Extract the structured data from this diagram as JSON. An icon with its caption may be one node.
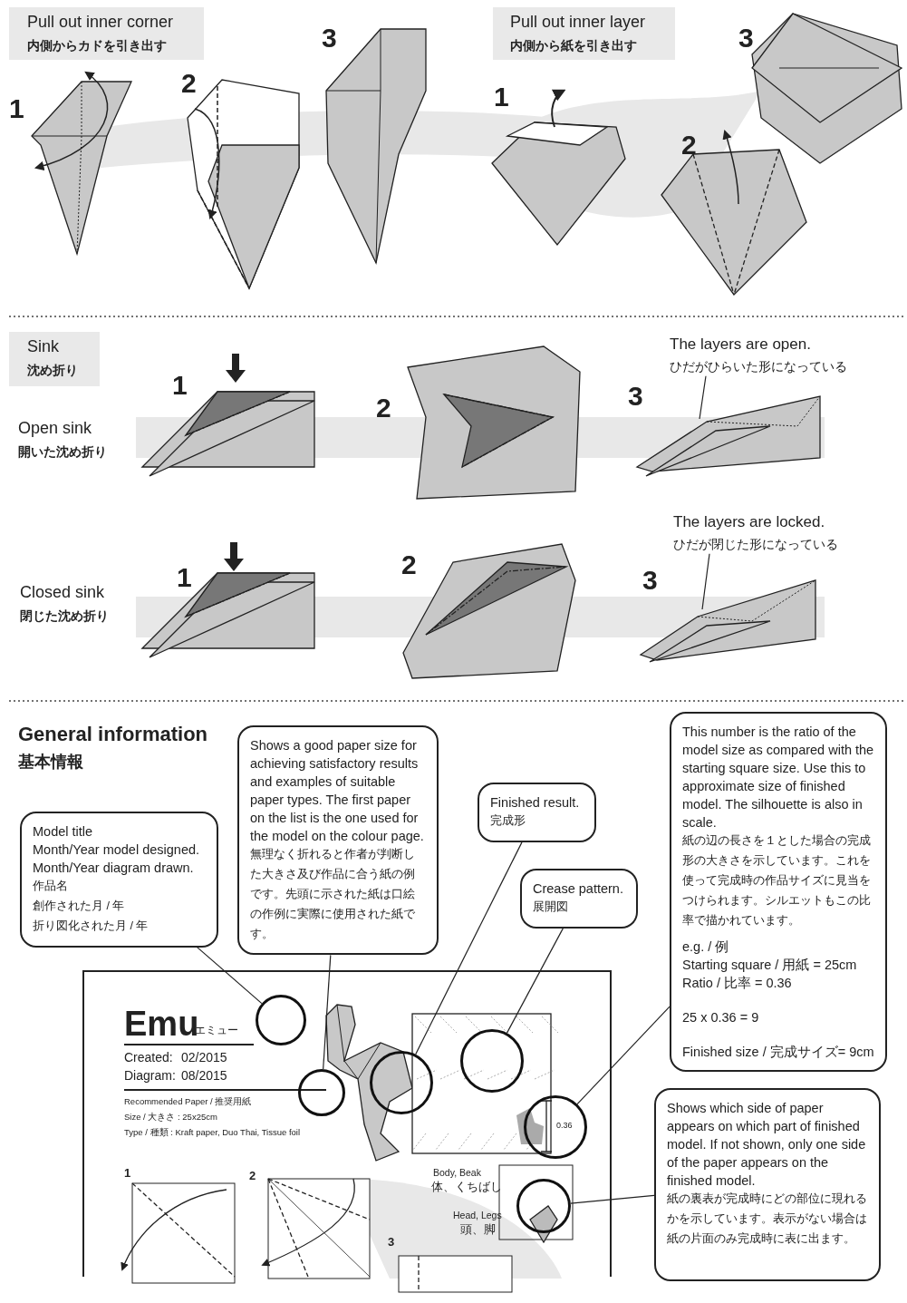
{
  "diagram": {
    "nodes": [
      {
        "text": [
          "Model title",
          "Month/Year model designed.",
          "Month/Year diagram drawn.",
          "作品名",
          "創作された月 / 年",
          "折り図化された月 / 年"
        ]
      },
      {
        "text": [],
        "shape": "circle"
      },
      {
        "text": [
          "Shows a good paper size for achieving satisfactory results and examples of suitable paper types. The first paper on the list is the one used for the model on the colour page.",
          "無理なく折れると作者が判断した大きさ及び作品に合う紙の例です。先頭に示された紙は口絵の作例に実際に使用された紙です。"
        ]
      },
      {
        "text": [],
        "shape": "circle"
      },
      {
        "text": [
          "Finished result.",
          "完成形"
        ]
      },
      {
        "text": [],
        "shape": "circle"
      },
      {
        "text": [
          "Crease pattern.",
          "展開図"
        ]
      },
      {
        "text": [],
        "shape": "circle"
      },
      {
        "text": [
          "This number is the ratio of the model size as compared with the starting square size. Use this to approximate size of finished model. The silhouette is also in scale.",
          "紙の辺の長さを１とした場合の完成形の大きさを示しています。これを使って完成時の作品サイズに見当をつけられます。シルエットもこの比率で描かれています。",
          "e.g. / 例",
          "Starting square / 用紙 = 25cm",
          "Ratio / 比率 = 0.36",
          "25 x 0.36 = 9",
          "Finished size / 完成サイズ= 9cm"
        ]
      },
      {
        "text": [],
        "shape": "circle"
      },
      {
        "text": [
          "Shows which side of paper appears on which part of finished model. If not shown, only one side of the paper appears on the finished model.",
          "紙の裏表が完成時にどの部位に現れるかを示しています。表示がない場合は紙の片面のみ完成時に表に出ます。"
        ]
      },
      {
        "text": [],
        "shape": "circle"
      },
      {
        "text": [
          "The layers are open.",
          "ひだがひらいた形になっている"
        ]
      },
      {
        "text": [
          "The layers are locked.",
          "ひだが閉じた形になっている"
        ]
      }
    ],
    "edges": [
      {
        "from": 0,
        "to": 1,
        "arrow": "none"
      },
      {
        "from": 2,
        "to": 3,
        "arrow": "none"
      },
      {
        "from": 4,
        "to": 5,
        "arrow": "none"
      },
      {
        "from": 6,
        "to": 7,
        "arrow": "none"
      },
      {
        "from": 8,
        "to": 9,
        "arrow": "none"
      },
      {
        "from": 10,
        "to": 11,
        "arrow": "none"
      },
      {
        "from": 12,
        "to": null,
        "arrow": "none"
      },
      {
        "from": 13,
        "to": null,
        "arrow": "none"
      }
    ],
    "labels": [
      "Pull out inner corner",
      "内側からカドを引き出す",
      "Pull out inner layer",
      "内側から紙を引き出す",
      "1",
      "2",
      "3",
      "1",
      "2",
      "3",
      "Sink",
      "沈め折り",
      "1",
      "2",
      "3",
      "Open sink",
      "開いた沈め折り",
      "1",
      "2",
      "3",
      "Closed sink",
      "閉じた沈め折り",
      "General information",
      "基本情報",
      "Emu",
      "エミュー",
      "Created:",
      "02/2015",
      "Diagram:",
      "08/2015",
      "Recommended Paper / 推奨用紙",
      "Size / 大きさ : 25x25cm",
      "Type / 種類 : Kraft paper, Duo Thai, Tissue foil",
      "0.36",
      "Body, Beak",
      "体、くちばし",
      "Head, Legs",
      "頭、脚",
      "1",
      "2",
      "3"
    ]
  }
}
